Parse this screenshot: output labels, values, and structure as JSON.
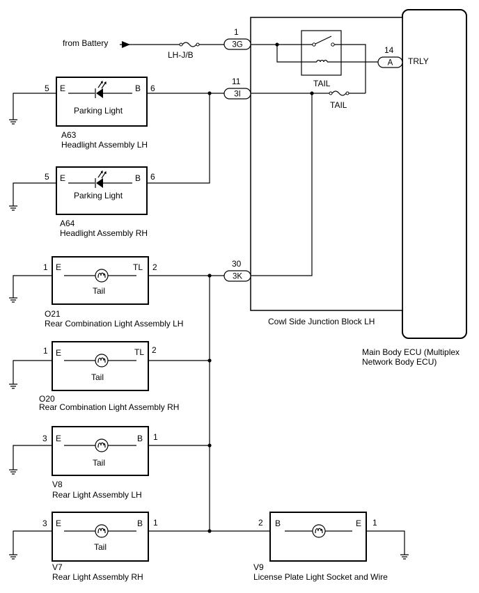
{
  "source": {
    "label": "from Battery"
  },
  "fuse_lhjb": {
    "label": "LH-J/B"
  },
  "connectors": {
    "c3g": "3G",
    "c3i": "3I",
    "c3k": "3K",
    "ca": "A"
  },
  "connector_pins": {
    "c3g": "1",
    "c3i": "11",
    "c3k": "30",
    "ca": "14"
  },
  "junction_block": {
    "name": "Cowl Side Junction Block LH",
    "relay_label": "TAIL",
    "fuse_label": "TAIL"
  },
  "ecu": {
    "line1": "Main Body ECU (Multiplex",
    "line2": "Network Body ECU)",
    "terminal": "TRLY"
  },
  "components": [
    {
      "code": "A63",
      "name": "Headlight Assembly LH",
      "inner": "Parking Light",
      "left_term": "E",
      "right_term": "B",
      "left_pin": "5",
      "right_pin": "6"
    },
    {
      "code": "A64",
      "name": "Headlight Assembly RH",
      "inner": "Parking Light",
      "left_term": "E",
      "right_term": "B",
      "left_pin": "5",
      "right_pin": "6"
    },
    {
      "code": "O21",
      "name": "Rear Combination Light Assembly LH",
      "inner": "Tail",
      "left_term": "E",
      "right_term": "TL",
      "left_pin": "1",
      "right_pin": "2"
    },
    {
      "code": "O20",
      "name": "Rear Combination Light Assembly RH",
      "inner": "Tail",
      "left_term": "E",
      "right_term": "TL",
      "left_pin": "1",
      "right_pin": "2"
    },
    {
      "code": "V8",
      "name": "Rear Light Assembly LH",
      "inner": "Tail",
      "left_term": "E",
      "right_term": "B",
      "left_pin": "3",
      "right_pin": "1"
    },
    {
      "code": "V7",
      "name": "Rear Light Assembly RH",
      "inner": "Tail",
      "left_term": "E",
      "right_term": "B",
      "left_pin": "3",
      "right_pin": "1"
    }
  ],
  "license": {
    "code": "V9",
    "name": "License Plate Light Socket and Wire",
    "left_term": "B",
    "right_term": "E",
    "left_pin": "2",
    "right_pin": "1"
  }
}
